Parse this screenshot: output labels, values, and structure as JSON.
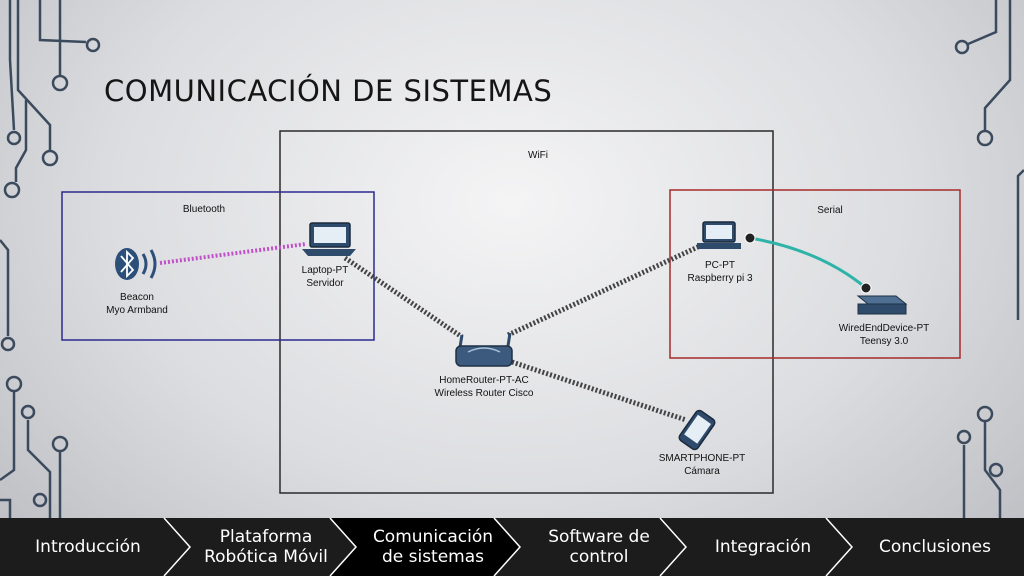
{
  "slide": {
    "title": "COMUNICACIÓN DE SISTEMAS"
  },
  "diagram": {
    "zones": {
      "wifi": "WiFi",
      "bluetooth": "Bluetooth",
      "serial": "Serial"
    },
    "devices": {
      "beacon": {
        "line1": "Beacon",
        "line2": "Myo Armband"
      },
      "laptop": {
        "line1": "Laptop-PT",
        "line2": "Servidor"
      },
      "router": {
        "line1": "HomeRouter-PT-AC",
        "line2": "Wireless Router Cisco"
      },
      "pc": {
        "line1": "PC-PT",
        "line2": "Raspberry pi 3"
      },
      "wired": {
        "line1": "WiredEndDevice-PT",
        "line2": "Teensy 3.0"
      },
      "phone": {
        "line1": "SMARTPHONE-PT",
        "line2": "Cámara"
      }
    },
    "colors": {
      "wifi_border": "#2a2a2a",
      "bluetooth_border": "#2b2a8f",
      "serial_border": "#a52a2a",
      "bluetooth_link": "#c050c8",
      "serial_link": "#2fb3a8",
      "wireless_link": "#444444"
    }
  },
  "nav": {
    "items": [
      {
        "line1": "Introducción",
        "line2": ""
      },
      {
        "line1": "Plataforma",
        "line2": "Robótica Móvil"
      },
      {
        "line1": "Comunicación",
        "line2": "de sistemas"
      },
      {
        "line1": "Software de",
        "line2": "control"
      },
      {
        "line1": "Integración",
        "line2": ""
      },
      {
        "line1": "Conclusiones",
        "line2": ""
      }
    ],
    "active_index": 2,
    "colors": {
      "bar": "#1c1c1c",
      "active": "#000000",
      "border": "#ffffff"
    }
  }
}
